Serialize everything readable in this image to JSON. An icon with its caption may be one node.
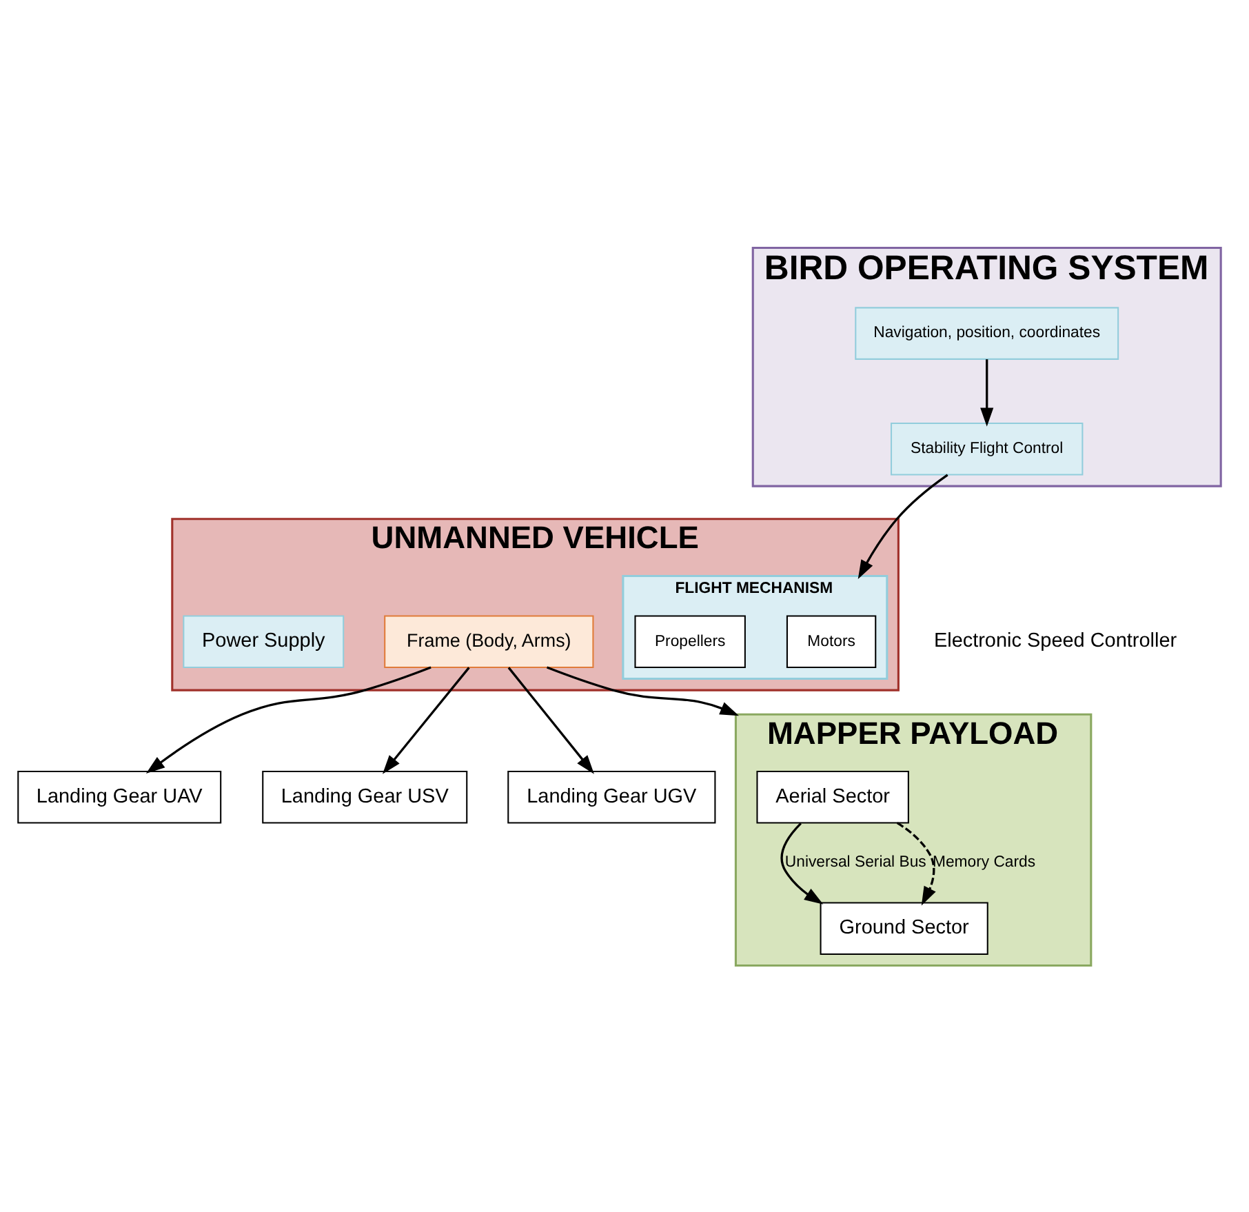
{
  "diagram": {
    "nodes": [
      {
        "text": [
          "BIRD OPERATING SYSTEM"
        ]
      },
      {
        "text": [
          "Navigation, position, coordinates"
        ],
        "in": 0
      },
      {
        "text": [
          "Stability Flight Control"
        ],
        "in": 0
      },
      {
        "text": [
          "UNMANNED VEHICLE"
        ]
      },
      {
        "text": [
          "Frame (Body, Arms)"
        ],
        "in": 3
      },
      {
        "text": [
          "Power Supply"
        ],
        "in": 3
      },
      {
        "text": [
          "FLIGHT MECHANISM"
        ],
        "in": 3
      },
      {
        "text": [
          "Motors"
        ],
        "in": 6
      },
      {
        "text": [
          "Propellers"
        ],
        "in": 6
      },
      {
        "text": [
          "Landing Gear UAV"
        ]
      },
      {
        "text": [
          "Landing Gear USV"
        ]
      },
      {
        "text": [
          "Landing Gear UGV"
        ]
      },
      {
        "text": [
          "MAPPER PAYLOAD"
        ]
      },
      {
        "text": [
          "Aerial Sector"
        ],
        "in": 12
      },
      {
        "text": [
          "Ground Sector"
        ],
        "in": 12
      }
    ],
    "edges": [
      {
        "from": 1,
        "to": 2,
        "arrow": "to"
      },
      {
        "from": 2,
        "to": 6,
        "arrow": "to"
      },
      {
        "from": 4,
        "to": 9,
        "arrow": "to"
      },
      {
        "from": 4,
        "to": 10,
        "arrow": "to"
      },
      {
        "from": 4,
        "to": 11,
        "arrow": "to"
      },
      {
        "from": 4,
        "to": 12,
        "arrow": "to"
      },
      {
        "from": 13,
        "to": 14,
        "arrow": "to",
        "label": "Universal Serial Bus"
      },
      {
        "from": 13,
        "to": 14,
        "arrow": "to",
        "label": "Memory Cards",
        "style": "dashed"
      }
    ],
    "labels": [
      "Electronic Speed Controller"
    ]
  }
}
